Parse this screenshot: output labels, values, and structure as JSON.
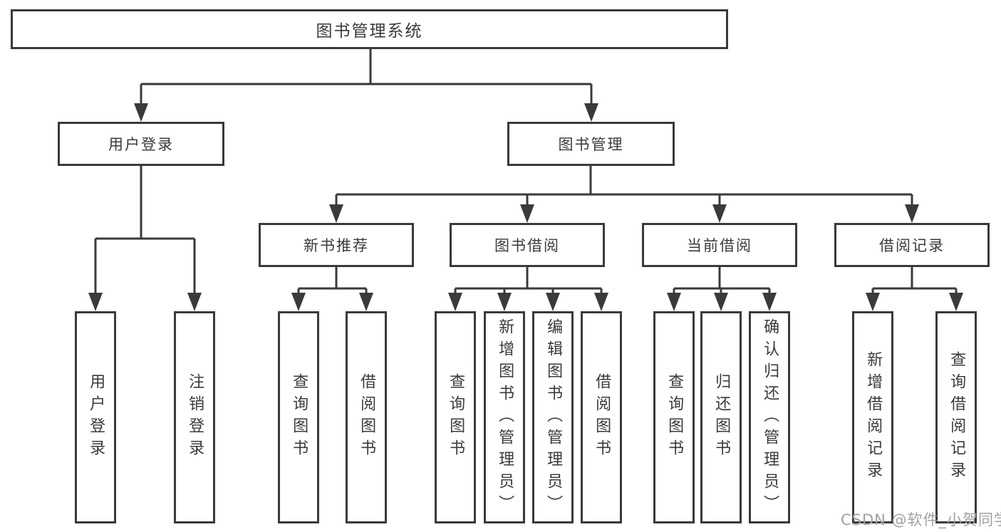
{
  "tree": {
    "root": {
      "label": "图书管理系统"
    },
    "branches": [
      {
        "label": "用户登录",
        "children": [
          {
            "label": "用户登录"
          },
          {
            "label": "注销登录"
          }
        ]
      },
      {
        "label": "图书管理",
        "children": [
          {
            "label": "新书推荐",
            "children": [
              {
                "label": "查询图书"
              },
              {
                "label": "借阅图书"
              }
            ]
          },
          {
            "label": "图书借阅",
            "children": [
              {
                "label": "查询图书"
              },
              {
                "label": "新增图书（管理员）"
              },
              {
                "label": "编辑图书（管理员）"
              },
              {
                "label": "借阅图书"
              }
            ]
          },
          {
            "label": "当前借阅",
            "children": [
              {
                "label": "查询图书"
              },
              {
                "label": "归还图书"
              },
              {
                "label": "确认归还（管理员）"
              }
            ]
          },
          {
            "label": "借阅记录",
            "children": [
              {
                "label": "新增借阅记录"
              },
              {
                "label": "查询借阅记录"
              }
            ]
          }
        ]
      }
    ]
  },
  "watermark": "CSDN @软件_小贺同学",
  "colors": {
    "line": "#3a3a3a",
    "text": "#3a3a3a",
    "watermark": "#a0a0a0",
    "background": "#ffffff"
  }
}
